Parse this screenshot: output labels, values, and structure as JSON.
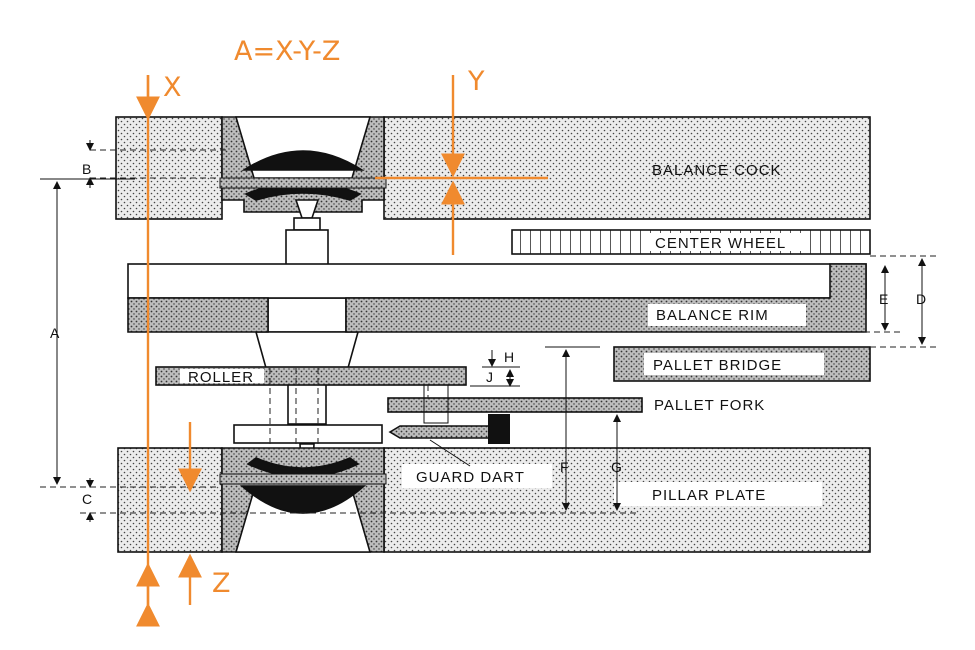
{
  "formula": "A=X-Y-Z",
  "axis_labels": {
    "x": "X",
    "y": "Y",
    "z": "Z"
  },
  "parts": {
    "balance_cock": "BALANCE COCK",
    "center_wheel": "CENTER WHEEL",
    "balance_rim": "BALANCE RIM",
    "pallet_bridge": "PALLET BRIDGE",
    "roller": "ROLLER",
    "pallet_fork": "PALLET FORK",
    "guard_dart": "GUARD DART",
    "pillar_plate": "PILLAR PLATE"
  },
  "dimensions": {
    "a": "A",
    "b": "B",
    "c": "C",
    "d": "D",
    "e": "E",
    "f": "F",
    "g": "G",
    "h": "H",
    "j": "J"
  },
  "colors": {
    "accent": "#f08a2e",
    "ink": "#111111",
    "fill_light": "#e6e6e6",
    "fill_mid": "#b8b8b8"
  }
}
